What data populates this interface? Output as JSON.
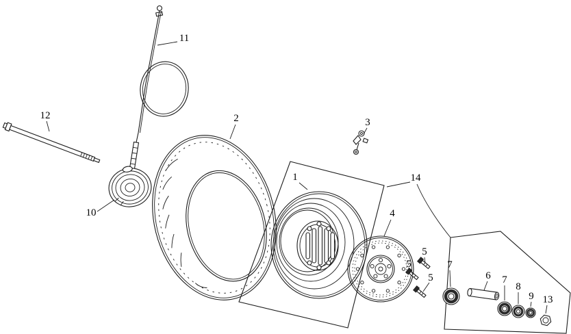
{
  "colors": {
    "background": "#ffffff",
    "line": "#1b1b1b"
  },
  "callouts": {
    "rim": "1",
    "tire": "2",
    "bracket": "3",
    "brake_disc": "4",
    "bolt_a": "5",
    "bolt_b": "5",
    "bolt_c": "5",
    "spacer": "6",
    "bearing_a": "7",
    "bearing_b": "7",
    "seal": "8",
    "washer": "9",
    "speedo_hub": "10",
    "cable": "11",
    "axle": "12",
    "nut": "13",
    "hardware_group": "14"
  }
}
